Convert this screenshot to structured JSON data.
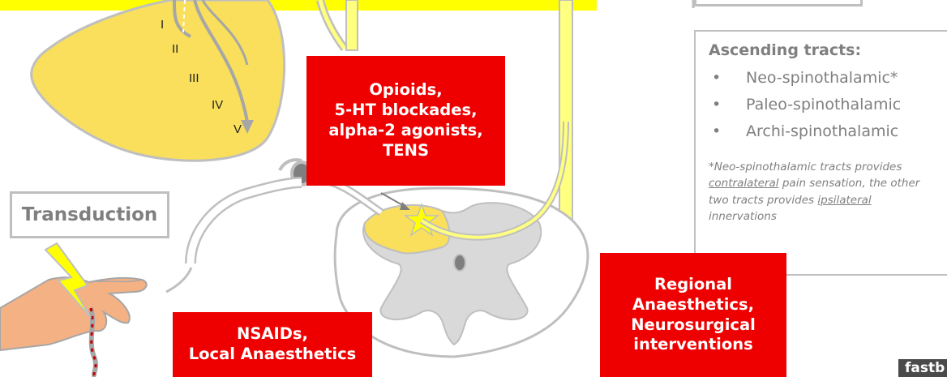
{
  "transduction_label": "Transduction",
  "opioids_box": {
    "lines": [
      "Opioids,",
      "5-HT blockades,",
      "alpha-2 agonists,",
      "TENS"
    ]
  },
  "nsaids_box": {
    "lines": [
      "NSAIDs,",
      "Local Anaesthetics"
    ]
  },
  "regional_box": {
    "lines": [
      "Regional",
      "Anaesthetics,",
      "Neurosurgical",
      "interventions"
    ]
  },
  "ascending_tracts": {
    "title": "Ascending tracts:",
    "items": [
      "Neo-spinothalamic*",
      "Paleo-spinothalamic",
      "Archi-spinothalamic"
    ],
    "bullet": "•",
    "note_parts": [
      "*Neo-spinothalamic tracts provides ",
      "contralateral",
      " pain sensation, the other two tracts provides ",
      "ipsilateral",
      " innervations"
    ]
  },
  "layers": [
    "I",
    "II",
    "III",
    "IV",
    "V"
  ],
  "logo_text": "fastb",
  "colors": {
    "red": "#ee0000",
    "yellow": "#f9df5c",
    "tract_yellow": "#ffff80",
    "grey_matter": "#d9d9d9",
    "outline": "#bfbfbf",
    "text_grey": "#7f7f7f",
    "skin": "#f4b183",
    "lightning": "#ffff00"
  }
}
